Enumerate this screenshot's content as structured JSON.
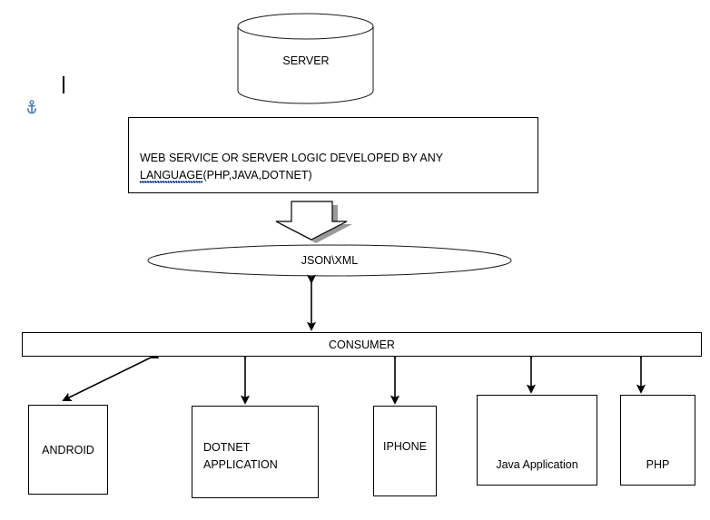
{
  "diagram": {
    "title": "Web Service Architecture Diagram",
    "nodes": {
      "server": {
        "label": "SERVER",
        "shape": "cylinder"
      },
      "service": {
        "label_line1": "WEB SERVICE OR SERVER LOGIC DEVELOPED BY ANY",
        "label_line2_spelled": "LANGUAGE",
        "label_line2_rest": "(PHP,JAVA,DOTNET)",
        "shape": "rectangle"
      },
      "format": {
        "label": "JSON\\XML",
        "shape": "ellipse"
      },
      "consumer": {
        "label": "CONSUMER",
        "shape": "rectangle"
      },
      "android": {
        "label": "ANDROID",
        "shape": "rectangle"
      },
      "dotnet": {
        "label_line1": "DOTNET",
        "label_line2": "APPLICATION",
        "shape": "rectangle"
      },
      "iphone": {
        "label": "IPHONE",
        "shape": "rectangle"
      },
      "java": {
        "label": "Java Application",
        "shape": "rectangle"
      },
      "php": {
        "label": "PHP",
        "shape": "rectangle"
      }
    },
    "connectors": [
      {
        "name": "service-to-format",
        "style": "block-arrow-down"
      },
      {
        "name": "format-to-consumer",
        "style": "double-headed-vertical"
      },
      {
        "name": "consumer-to-android",
        "style": "double-headed-diagonal"
      },
      {
        "name": "consumer-to-dotnet",
        "style": "double-headed-vertical"
      },
      {
        "name": "consumer-to-iphone",
        "style": "double-headed-vertical"
      },
      {
        "name": "consumer-to-java",
        "style": "double-headed-vertical"
      },
      {
        "name": "consumer-to-php",
        "style": "double-headed-vertical"
      }
    ],
    "markers": {
      "anchor_icon": "anchor-icon",
      "anchor_color": "#4a7ebb",
      "caret": "text-cursor"
    },
    "colors": {
      "stroke": "#000000",
      "shape_outline": "#1a1a1a",
      "background": "#ffffff",
      "spellcheck_underline": "#3a6fd8",
      "shadow": "#9a9a9a"
    }
  }
}
